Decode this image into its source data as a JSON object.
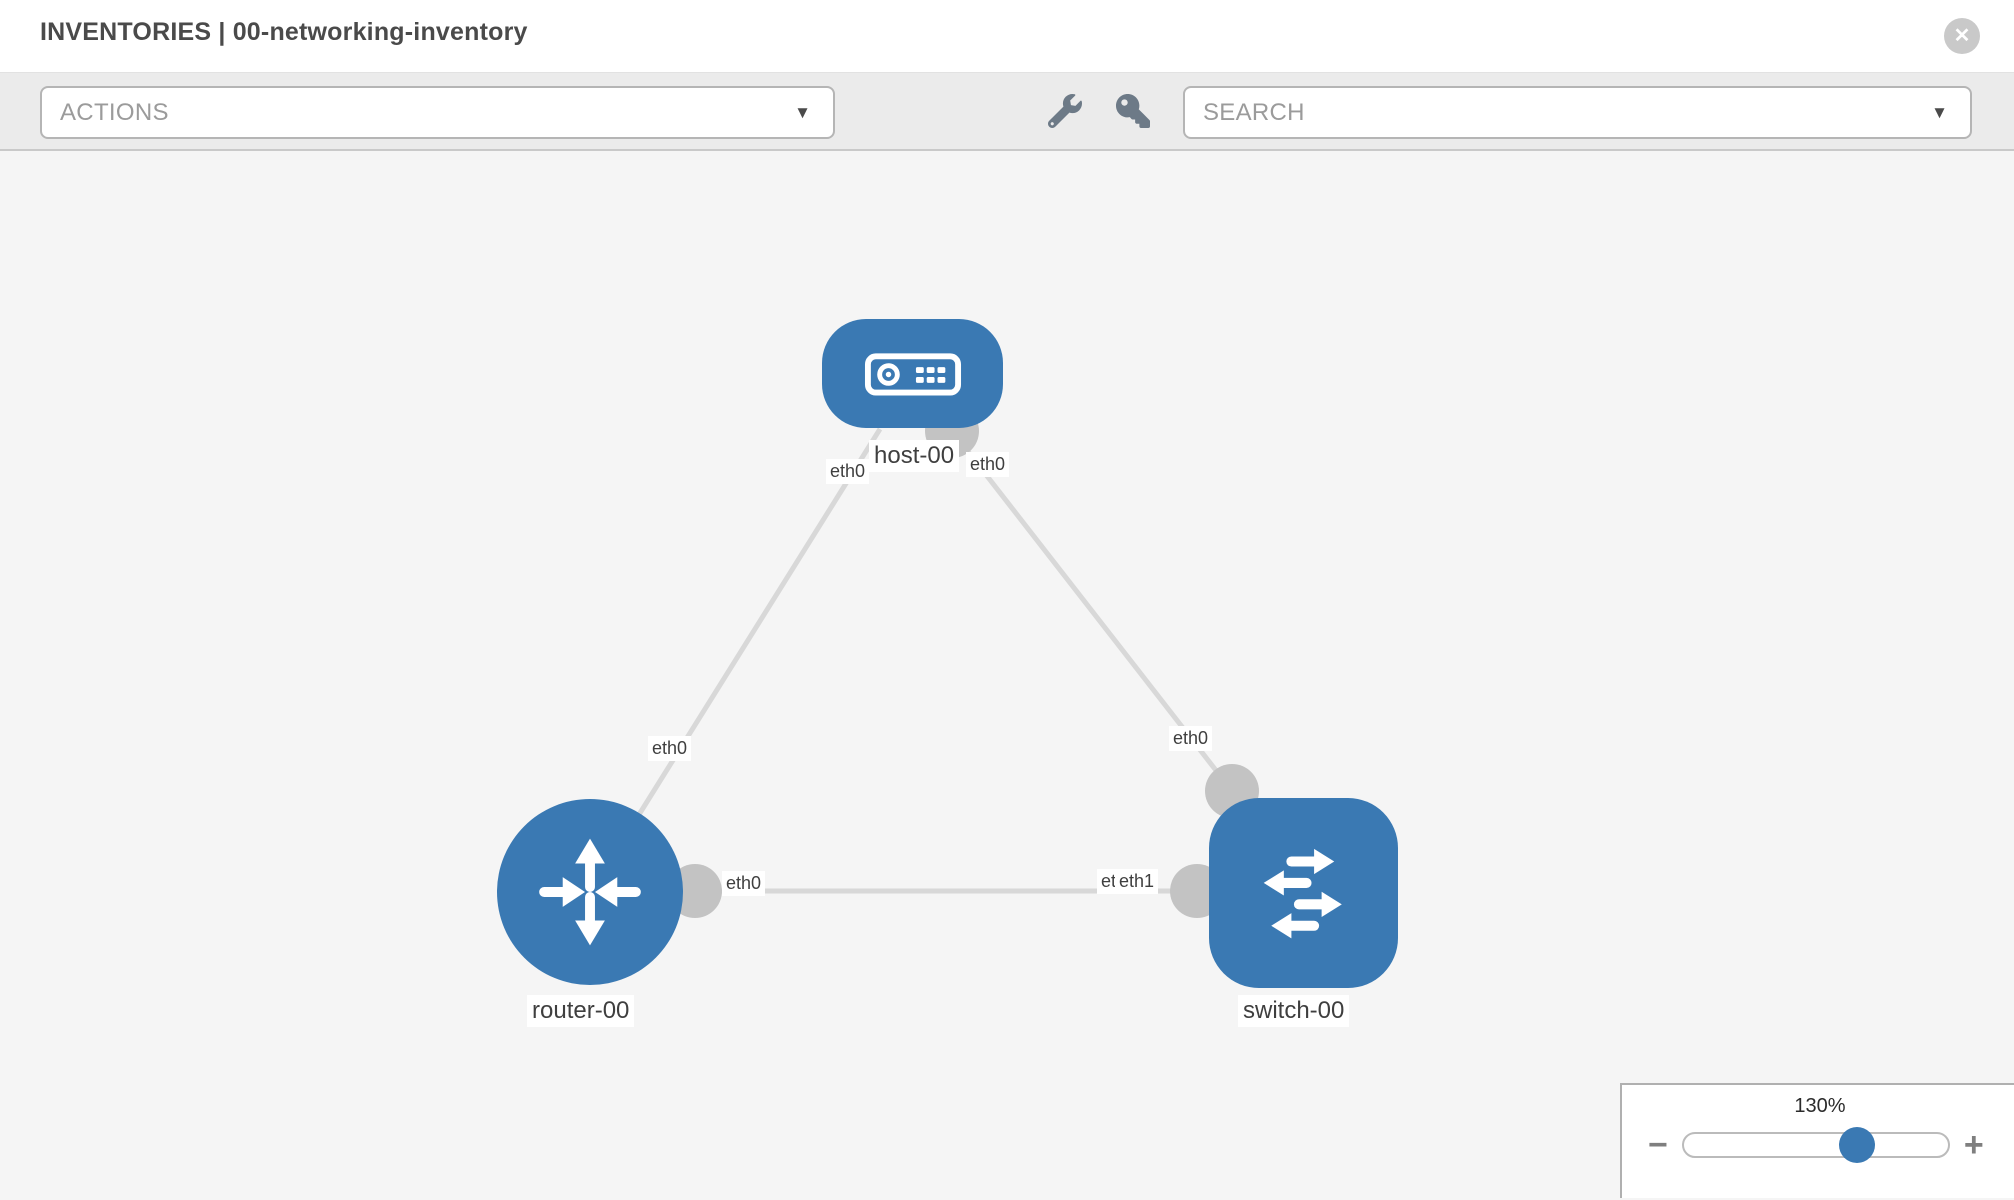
{
  "header": {
    "title": "INVENTORIES | 00-networking-inventory"
  },
  "toolbar": {
    "actions_placeholder": "ACTIONS",
    "search_placeholder": "SEARCH"
  },
  "icons": {
    "close": "✕",
    "caret": "▼",
    "minus": "−",
    "plus": "+",
    "wrench": "wrench-icon",
    "key": "key-icon"
  },
  "topology": {
    "nodes": {
      "host": {
        "label": "host-00",
        "type": "host"
      },
      "router": {
        "label": "router-00",
        "type": "router"
      },
      "switch": {
        "label": "switch-00",
        "type": "switch"
      }
    },
    "interface_labels": {
      "host_left": "eth0",
      "host_right": "eth0",
      "host_router_mid": "eth0",
      "host_switch_mid": "eth0",
      "router_right": "eth0",
      "switch_under": "eth0",
      "switch_over": "eth1"
    }
  },
  "zoom_control": {
    "level": "130%"
  },
  "colors": {
    "node_blue": "#3a79b3",
    "link_gray": "#d8d8d8",
    "connector_gray": "#c3c3c3",
    "toolbar_bg": "#ebebeb",
    "canvas_bg": "#f5f5f5"
  }
}
